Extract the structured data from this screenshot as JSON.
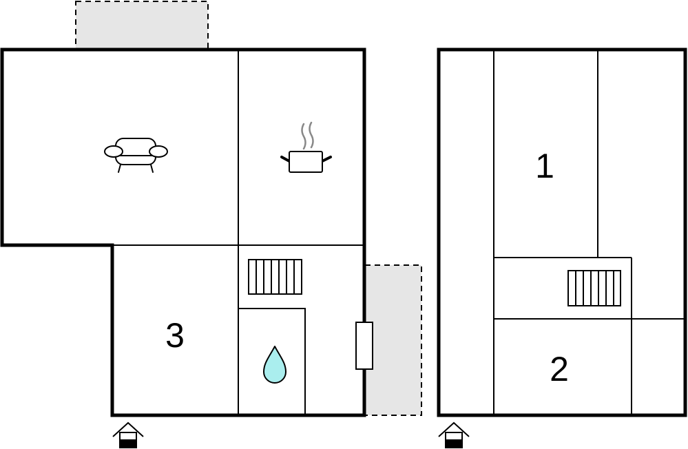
{
  "floor_plan": {
    "colors": {
      "wall": "#000000",
      "outdoor_area": "#e6e6e6",
      "water_drop": "#aaeeee",
      "background": "#ffffff"
    },
    "ground_floor": {
      "rooms": [
        {
          "function": "living-room",
          "icon": "sofa-icon"
        },
        {
          "function": "kitchen",
          "icon": "cooking-pot-icon"
        },
        {
          "function": "bedroom",
          "label": "3"
        },
        {
          "function": "hallway",
          "icon": "radiator-icon"
        },
        {
          "function": "bathroom",
          "icon": "water-drop-icon"
        }
      ],
      "outdoor_areas": [
        "terrace-top",
        "terrace-right"
      ],
      "entrance_icon": "entrance-icon"
    },
    "upper_floor": {
      "rooms": [
        {
          "function": "bedroom",
          "label": "1"
        },
        {
          "function": "bedroom",
          "label": "2"
        },
        {
          "function": "landing",
          "icon": "radiator-icon"
        }
      ],
      "entrance_icon": "entrance-icon"
    }
  }
}
